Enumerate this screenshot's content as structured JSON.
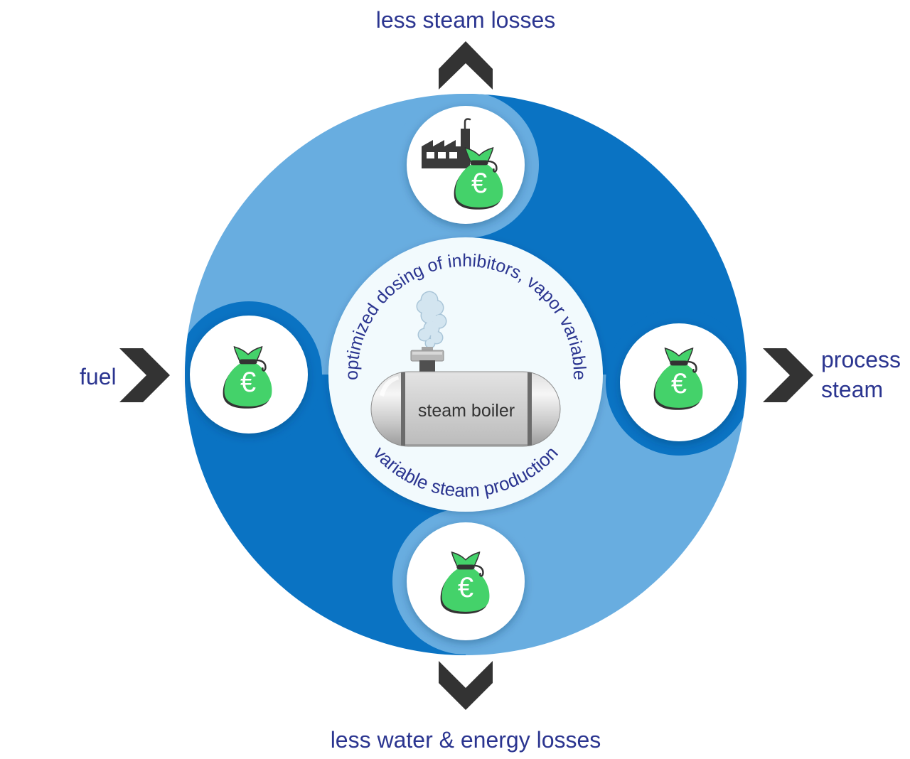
{
  "labels": {
    "top": "less steam losses",
    "left": "fuel",
    "right": [
      "process",
      "steam"
    ],
    "bottom": "less water & energy losses"
  },
  "center": {
    "arc_text_top": "optimized dosing of inhibitors, vapor variable",
    "arc_text_bottom": "variable steam production",
    "boiler_label": "steam boiler",
    "icons": [
      "steam-cloud-icon",
      "steam-boiler-icon"
    ]
  },
  "nodes": {
    "top": {
      "currency": "€",
      "icons": [
        "factory-icon",
        "money-bag-icon"
      ]
    },
    "left": {
      "currency": "€",
      "icons": [
        "money-bag-icon"
      ]
    },
    "right": {
      "currency": "€",
      "icons": [
        "money-bag-icon"
      ]
    },
    "bottom": {
      "currency": "€",
      "icons": [
        "money-bag-icon"
      ]
    }
  },
  "arrows": {
    "top": "chevron-up-icon",
    "left": "chevron-right-icon",
    "right": "chevron-right-icon",
    "bottom": "chevron-down-icon"
  },
  "colors": {
    "text_navy": "#2b3590",
    "ring_light_blue": "#68ade0",
    "ring_dark_blue": "#0a73c3",
    "money_green": "#44d26a",
    "icon_dark": "#333333",
    "center_fill": "#f2fafd"
  }
}
